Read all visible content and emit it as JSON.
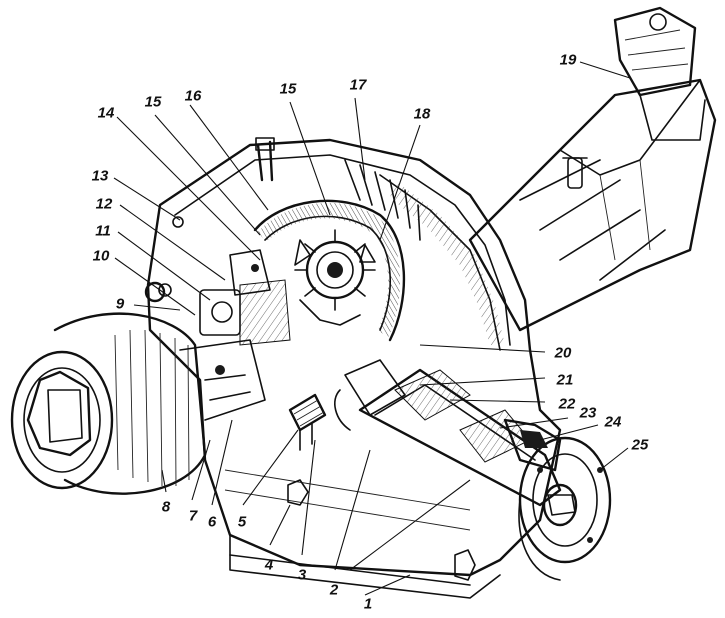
{
  "callouts": [
    "1",
    "2",
    "3",
    "4",
    "5",
    "6",
    "7",
    "8",
    "9",
    "10",
    "11",
    "12",
    "13",
    "14",
    "15",
    "15",
    "16",
    "17",
    "18",
    "19",
    "20",
    "21",
    "22",
    "23",
    "24",
    "25"
  ],
  "colors": {
    "ink": "#111111",
    "paper": "#ffffff"
  }
}
